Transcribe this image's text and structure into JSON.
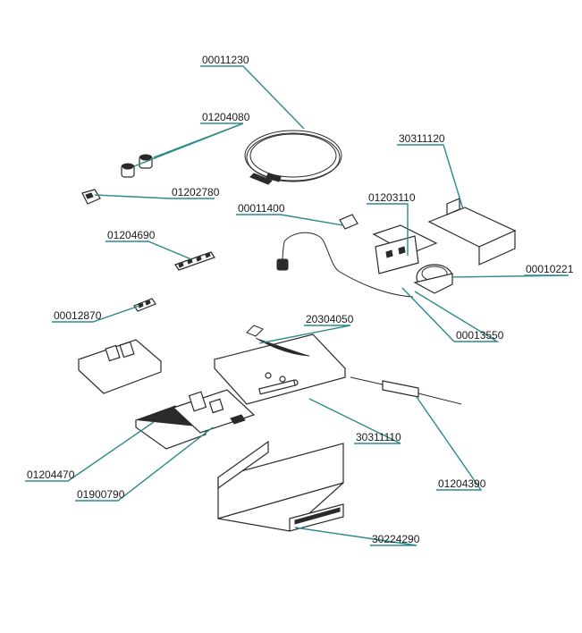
{
  "accent_color": "#2b8a8a",
  "labels": {
    "l00011230": "00011230",
    "l01204080": "01204080",
    "l30311120": "30311120",
    "l01202780": "01202780",
    "l01203110": "01203110",
    "l00011400": "00011400",
    "l01204690": "01204690",
    "l00010221": "00010221",
    "l00012870": "00012870",
    "l20304050": "20304050",
    "l00013550": "00013550",
    "l30311110": "30311110",
    "l01204470": "01204470",
    "l01204390": "01204390",
    "l01900790": "01900790",
    "l30224290": "30224290"
  }
}
